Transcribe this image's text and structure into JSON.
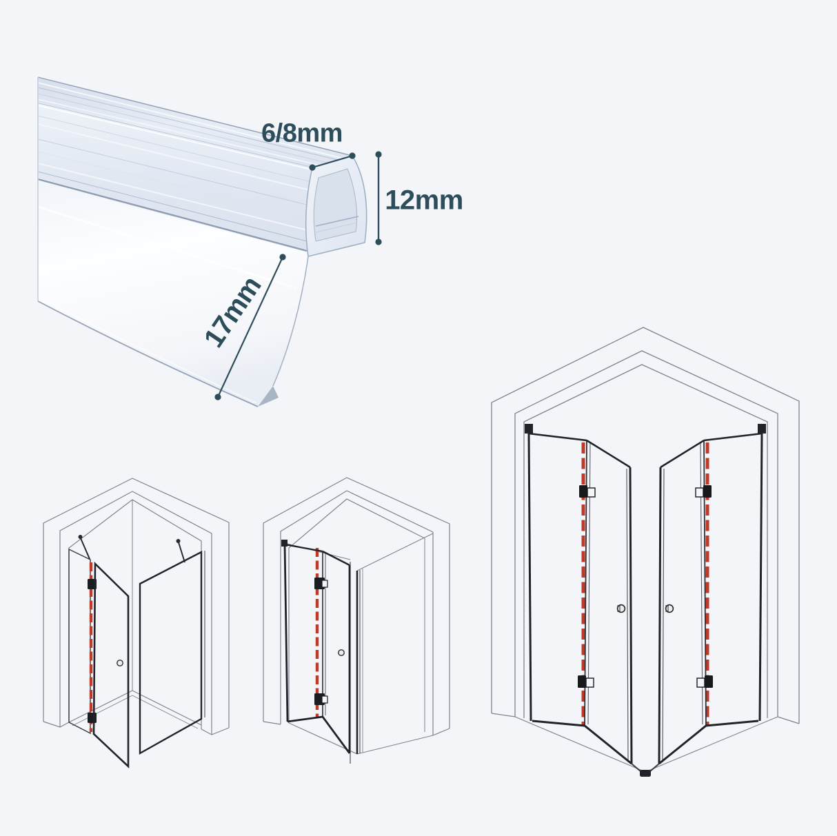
{
  "page": {
    "background_color": "#f3f5f8"
  },
  "seal_diagram": {
    "labels": {
      "glass_thickness": "6/8mm",
      "seal_height": "12mm",
      "lip_length": "17mm"
    },
    "label_color": "#2e4d5b",
    "seal_edge_color": "#9fb0c4"
  },
  "drawings": {
    "accent_red": "#c03a29",
    "frame_color": "#202329",
    "wall_line_color": "#7d838d",
    "pivot_door_name": "corner-shower-pivot-door",
    "bifold_niche_name": "niche-shower-bifold-door",
    "double_bifold_name": "corner-shower-double-bifold-doors"
  }
}
